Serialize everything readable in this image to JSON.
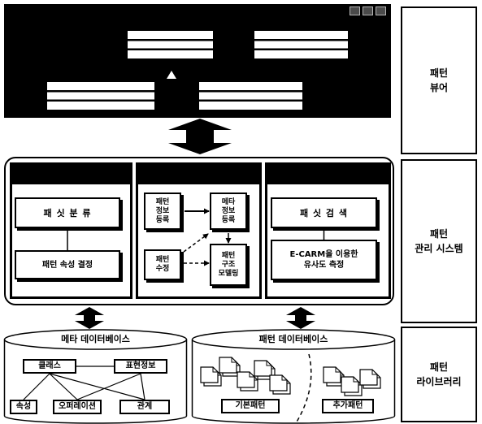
{
  "viewer": {
    "label": "패턴\n뷰어"
  },
  "management": {
    "label": "패턴\n관리 시스템",
    "facet_panel": {
      "classify": "패 싯 분 류",
      "determine_attributes": "패턴 속성 결정"
    },
    "registration_panel": {
      "pattern_info": "패턴\n정보\n등록",
      "meta_info": "메타\n정보\n등록",
      "modify": "패턴\n수정",
      "structure_modeling": "패턴\n구조\n모델링"
    },
    "search_panel": {
      "facet_search": "패 싯 검 색",
      "similarity": "E-CARM을 이용한\n유사도 측정"
    }
  },
  "library": {
    "label": "패턴\n라이브러리",
    "meta_database": {
      "title": "메타 데이터베이스",
      "class": "클래스",
      "representation": "표현정보",
      "attribute": "속성",
      "operation": "오퍼레이션",
      "relation": "관계"
    },
    "pattern_database": {
      "title": "패턴 데이터베이스",
      "basic": "기본패턴",
      "additional": "추가패턴"
    }
  },
  "icons": {
    "connector": "double-arrow-icon",
    "file": "document-icon",
    "pointer": "cursor-icon",
    "window": "window-control-icon"
  },
  "colors": {
    "ink": "#000000",
    "paper": "#ffffff"
  }
}
